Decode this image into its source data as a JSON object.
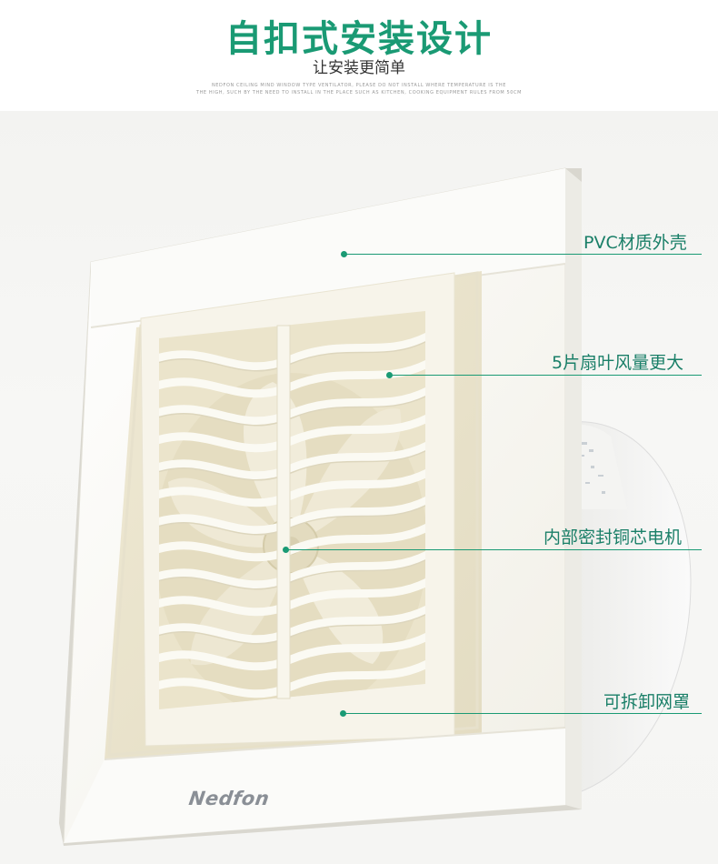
{
  "header": {
    "title": "自扣式安装设计",
    "subtitle": "让安装更简单",
    "fine_print_1": "NEDFON CEILING MIND WINDOW TYPE VENTILATOR, PLEASE DO NOT INSTALL WHERE TEMPERATURE IS THE",
    "fine_print_2": "THE HIGH, SUCH BY THE NEED TO INSTALL IN THE PLACE SUCH AS KITCHEN, COOKING EQUIPMENT RULES FROM 50CM"
  },
  "callouts": [
    {
      "label": "PVC材质外壳"
    },
    {
      "label": "5片扇叶风量更大"
    },
    {
      "label": "内部密封铜芯电机"
    },
    {
      "label": "可拆卸网罩"
    }
  ],
  "product": {
    "brand": "Nedfon"
  },
  "colors": {
    "accent": "#1a9a74",
    "callout_text": "#1a7f68"
  }
}
